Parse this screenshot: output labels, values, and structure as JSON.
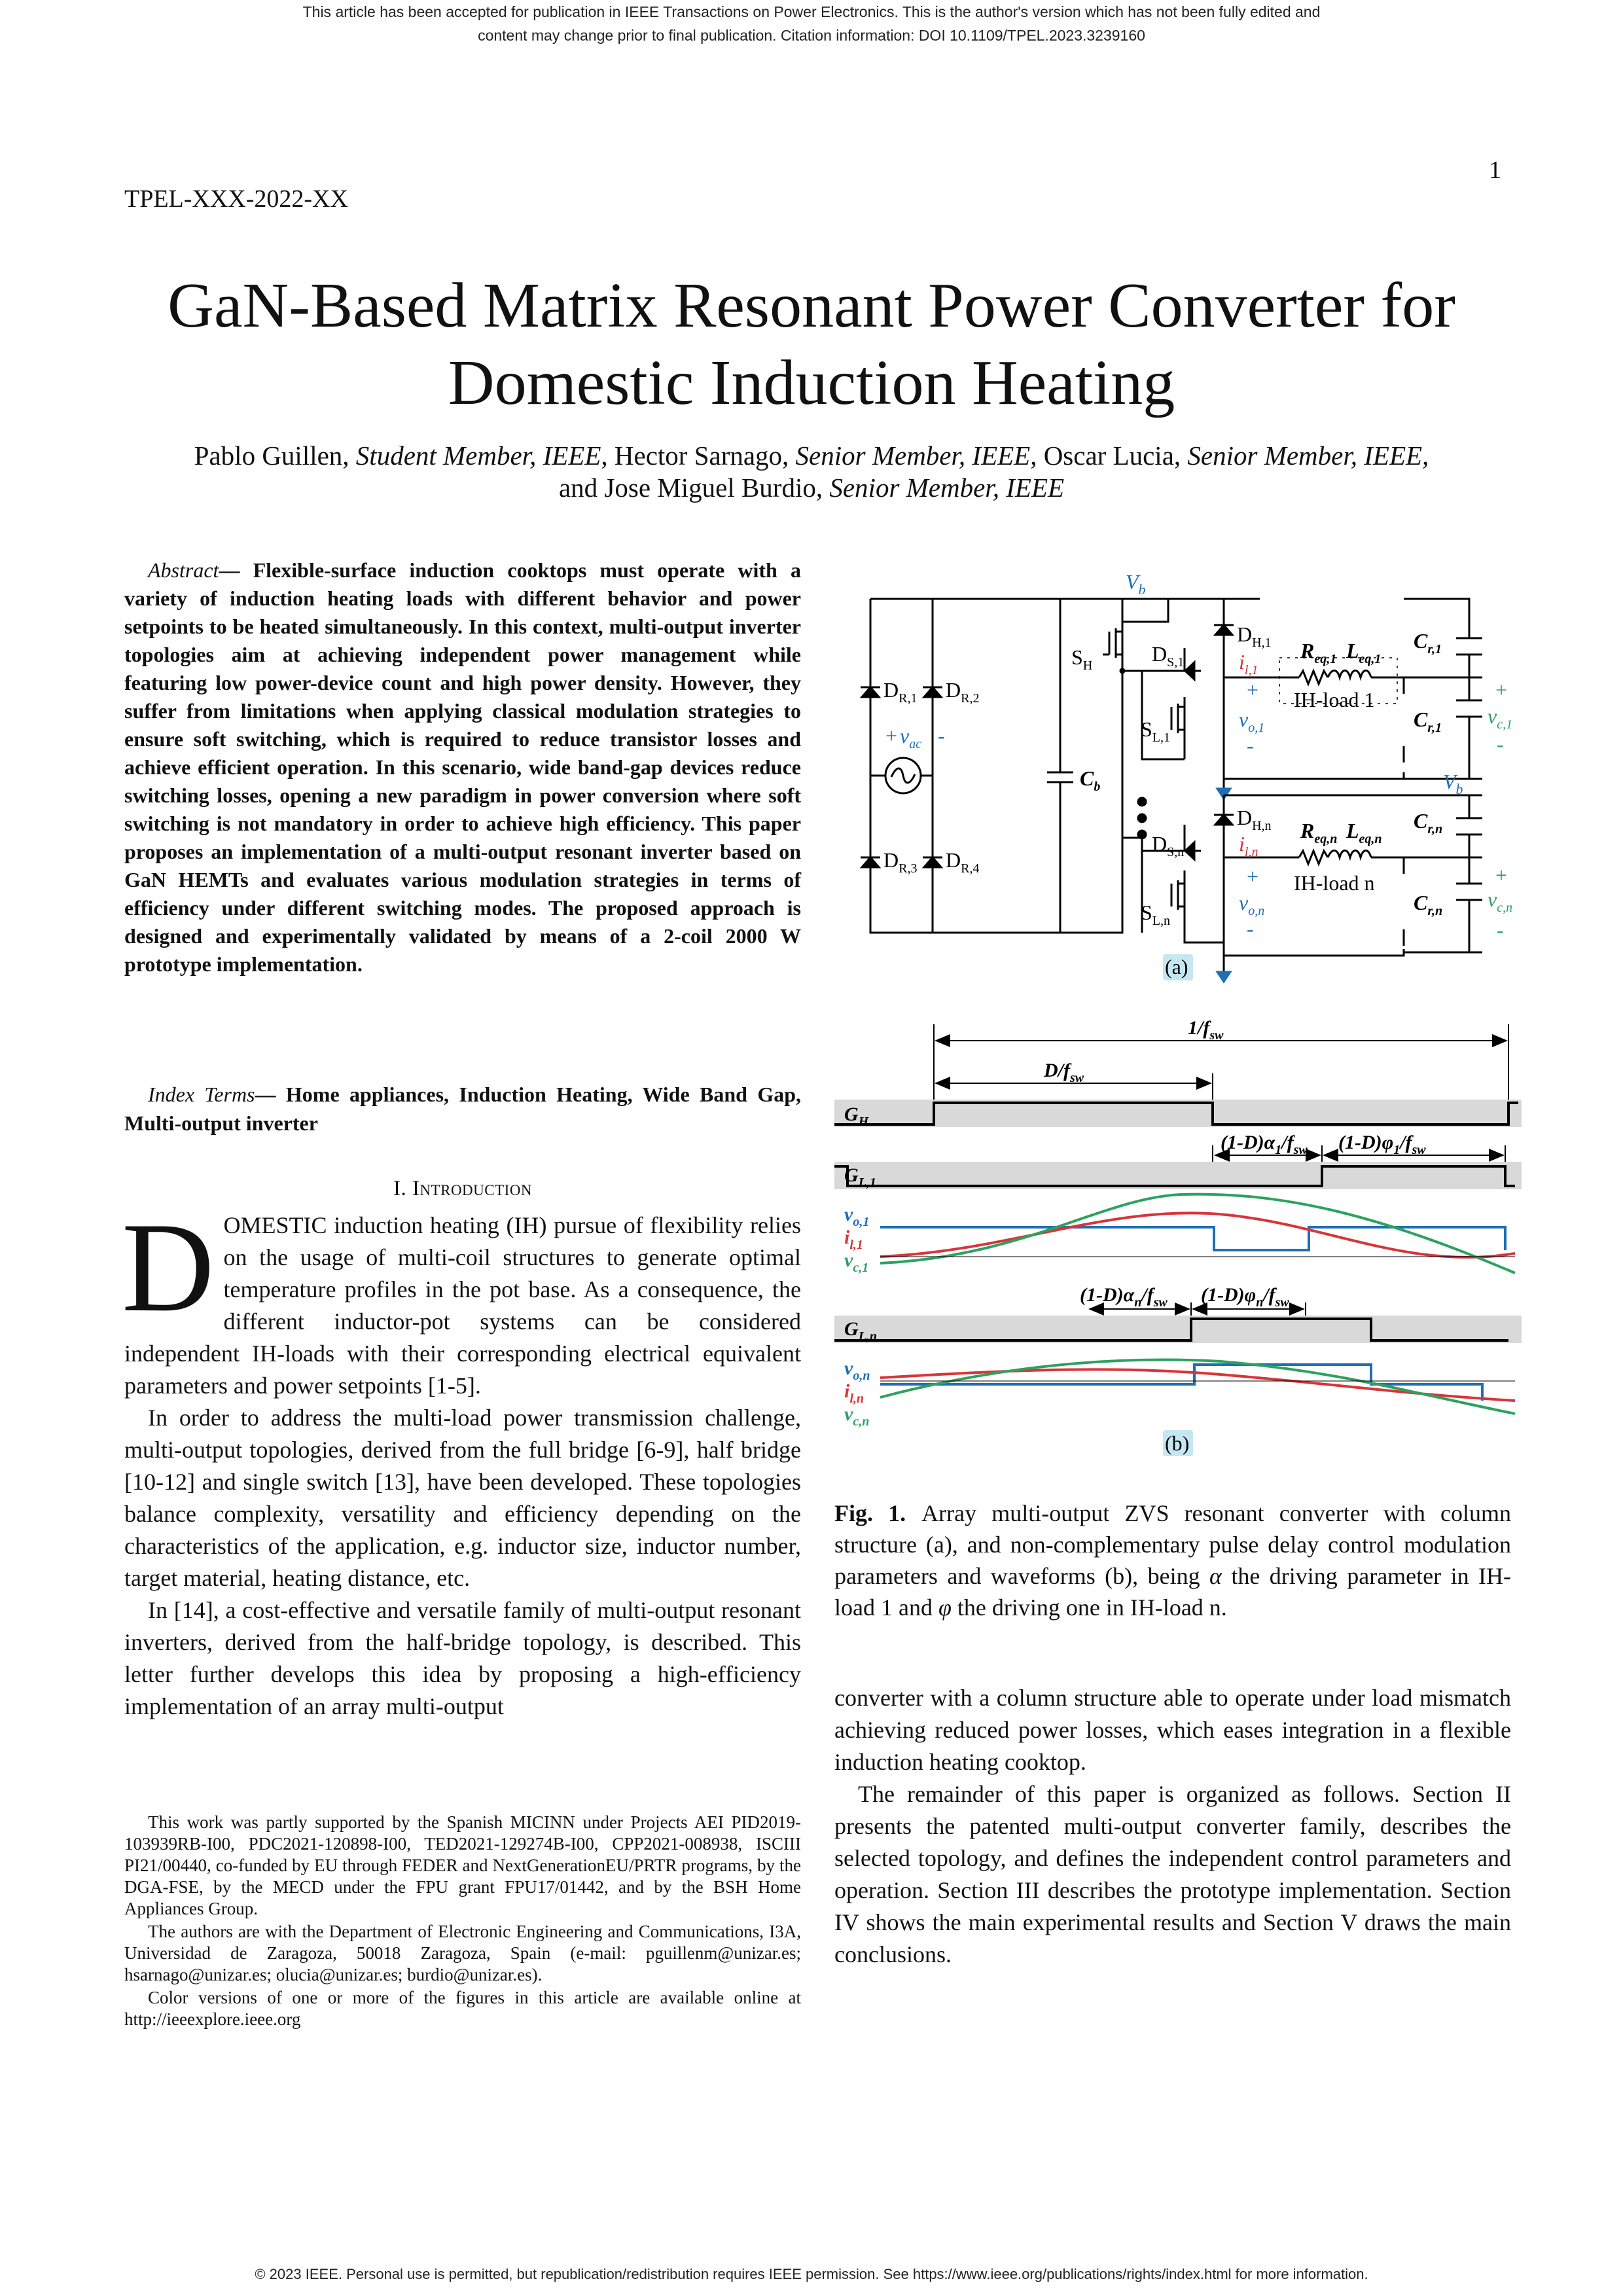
{
  "notice": {
    "line1": "This article has been accepted for publication in IEEE Transactions on Power Electronics. This is the author's version which has not been fully edited and",
    "line2": "content may change prior to final publication. Citation information: DOI 10.1109/TPEL.2023.3239160"
  },
  "running_head": "TPEL-XXX-2022-XX",
  "page_number": "1",
  "title": {
    "line1": "GaN-Based Matrix Resonant Power Converter for",
    "line2": "Domestic Induction Heating"
  },
  "authors": {
    "a1": "Pablo Guillen, ",
    "a1_role": "Student Member, IEEE",
    "a2": ", Hector Sarnago, ",
    "a2_role": "Senior Member, IEEE",
    "a3": ", Oscar Lucia, ",
    "a3_role": "Senior Member, IEEE,",
    "a4": "and Jose Miguel Burdio, ",
    "a4_role": "Senior Member, IEEE"
  },
  "abstract": {
    "label": "Abstract",
    "dash": "— ",
    "text": "Flexible-surface induction cooktops must operate with a variety of induction heating loads with different behavior and power setpoints to be heated simultaneously. In this context, multi-output inverter topologies aim at achieving independent power management while featuring low power-device count and high power density. However, they suffer from limitations when applying classical modulation strategies to ensure soft switching, which is required to reduce transistor losses and achieve efficient operation. In this scenario, wide band-gap devices reduce switching losses, opening a new paradigm in power conversion where soft switching is not mandatory in order to achieve high efficiency. This paper proposes an implementation of a multi-output resonant inverter based on GaN HEMTs and evaluates various modulation strategies in terms of efficiency under different switching modes. The proposed approach is designed and experimentally validated by means of a 2-coil 2000 W prototype implementation."
  },
  "index_terms": {
    "label": "Index Terms",
    "dash": "— ",
    "text": "Home appliances, Induction Heating, Wide Band Gap, Multi-output inverter"
  },
  "section1": {
    "number": "I. ",
    "title": "Introduction"
  },
  "intro": {
    "dropcap": "D",
    "p1": "OMESTIC induction heating (IH) pursue of flexibility relies on the usage of multi-coil structures to generate optimal temperature profiles in the pot base. As a consequence, the different inductor-pot systems can be considered independent IH-loads with their corresponding electrical equivalent parameters and power setpoints [1-5].",
    "p2": "In order to address the multi-load power transmission challenge, multi-output topologies, derived from the full bridge [6-9], half bridge [10-12] and single switch [13], have been developed. These topologies balance complexity, versatility and efficiency depending on the characteristics of the application, e.g. inductor size, inductor number, target material, heating distance, etc.",
    "p3": "In [14], a cost-effective and versatile family of multi-output resonant inverters, derived from the half-bridge topology, is described. This letter further develops this idea by proposing a high-efficiency implementation of an array multi-output"
  },
  "footnotes": {
    "f1": "This work was partly supported by the Spanish MICINN under Projects AEI PID2019-103939RB-I00, PDC2021-120898-I00, TED2021-129274B-I00, CPP2021-008938, ISCIII PI21/00440, co-funded by EU through FEDER and NextGenerationEU/PRTR programs, by the DGA-FSE, by the MECD under the FPU grant FPU17/01442, and by the BSH Home Appliances Group.",
    "f2": "The authors are with the Department of Electronic Engineering and Communications, I3A, Universidad de Zaragoza, 50018 Zaragoza, Spain (e-mail: pguillenm@unizar.es; hsarnago@unizar.es; olucia@unizar.es; burdio@unizar.es).",
    "f3": "Color versions of one or more of the figures in this article are available online at http://ieeexplore.ieee.org"
  },
  "figure": {
    "label_a": "(a)",
    "label_b": "(b)",
    "circuit": {
      "vb": "V",
      "vb_sub": "b",
      "dr1": "D",
      "dr1_sub": "R,1",
      "dr2": "D",
      "dr2_sub": "R,2",
      "dr3": "D",
      "dr3_sub": "R,3",
      "dr4": "D",
      "dr4_sub": "R,4",
      "vac": "v",
      "vac_sub": "ac",
      "plus": "+",
      "minus": "-",
      "cb": "C",
      "cb_sub": "b",
      "sh": "S",
      "sh_sub": "H",
      "ds1": "D",
      "ds1_sub": "S,1",
      "sl1": "S",
      "sl1_sub": "L,1",
      "dh1": "D",
      "dh1_sub": "H,1",
      "il1": "i",
      "il1_sub": "l,1",
      "vo1": "v",
      "vo1_sub": "o,1",
      "req1": "R",
      "req1_sub": "eq,1",
      "leq1": "L",
      "leq1_sub": "eq,1",
      "cr1": "C",
      "cr1_sub": "r,1",
      "vc1": "v",
      "vc1_sub": "c,1",
      "load1": "IH-load 1",
      "dsn": "D",
      "dsn_sub": "S,n",
      "sln": "S",
      "sln_sub": "L,n",
      "dhn": "D",
      "dhn_sub": "H,n",
      "iln": "i",
      "iln_sub": "l,n",
      "von": "v",
      "von_sub": "o,n",
      "reqn": "R",
      "reqn_sub": "eq,n",
      "leqn": "L",
      "leqn_sub": "eq,n",
      "crn": "C",
      "crn_sub": "r,n",
      "vcn": "v",
      "vcn_sub": "c,n",
      "loadn": "IH-load n"
    },
    "timing": {
      "period": "1/f",
      "period_sub": "sw",
      "duty": "D/f",
      "duty_sub": "sw",
      "gh": "G",
      "gh_sub": "H",
      "gl1": "G",
      "gl1_sub": "L,1",
      "gln": "G",
      "gln_sub": "L,n",
      "alpha1": "(1-D)α",
      "alpha1_sub": "1",
      "alpha1_tail": "/f",
      "alpha1_tail_sub": "sw",
      "phi1": "(1-D)φ",
      "phi1_sub": "1",
      "phi1_tail": "/f",
      "phi1_tail_sub": "sw",
      "alphan": "(1-D)α",
      "alphan_sub": "n",
      "alphan_tail": "/f",
      "alphan_tail_sub": "sw",
      "phin": "(1-D)φ",
      "phin_sub": "n",
      "phin_tail": "/f",
      "phin_tail_sub": "sw",
      "vo1": "v",
      "vo1_sub": "o,1",
      "il1": "i",
      "il1_sub": "l,1",
      "vc1": "v",
      "vc1_sub": "c,1",
      "von": "v",
      "von_sub": "o,n",
      "iln": "i",
      "iln_sub": "l,n",
      "vcn": "v",
      "vcn_sub": "c,n"
    },
    "colors": {
      "vo": "#1f6fb5",
      "il": "#d8343a",
      "vc": "#2ca25f",
      "gate_band": "#d9d9d9",
      "label_bg": "#c6e7f1"
    }
  },
  "caption": {
    "label": "Fig. 1.",
    "text_pre": "Array multi-output ZVS resonant converter with column structure (a), and non-complementary pulse delay control modulation parameters and waveforms (b), being ",
    "alpha": "α",
    "text_mid": " the driving parameter in IH-load 1 and ",
    "phi": "φ",
    "text_post": " the driving one in IH-load n."
  },
  "right_text": {
    "p1": "converter with a column structure able to operate under load mismatch achieving reduced power losses, which eases integration in a flexible induction heating cooktop.",
    "p2": "The remainder of this paper is organized as follows. Section II presents the patented multi-output converter family, describes the selected topology, and defines the independent control parameters and operation. Section III describes the prototype implementation. Section IV shows the main experimental results and Section V draws the main conclusions."
  },
  "footer": "© 2023 IEEE. Personal use is permitted, but republication/redistribution requires IEEE permission.  See https://www.ieee.org/publications/rights/index.html for more information."
}
